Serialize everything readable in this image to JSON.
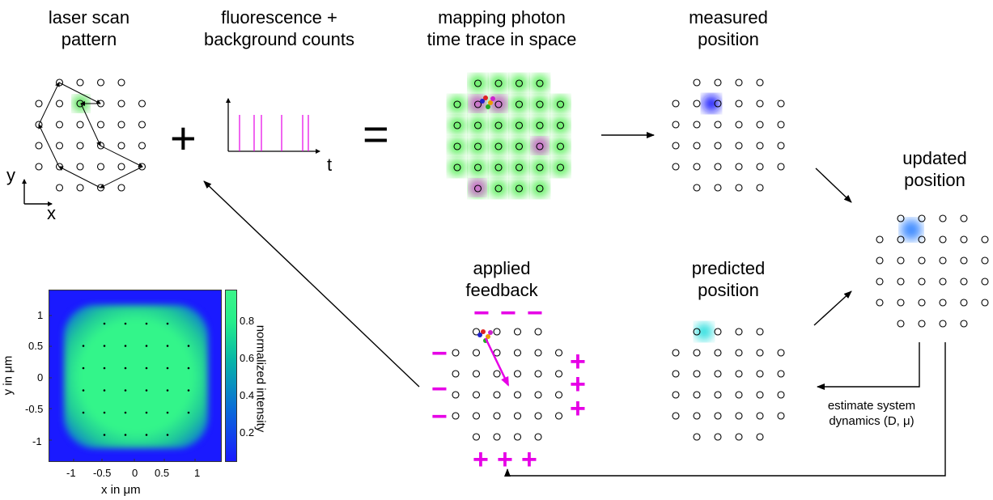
{
  "labels": {
    "laser_scan": [
      "laser scan",
      "pattern"
    ],
    "fluorescence": [
      "fluorescence +",
      "background counts"
    ],
    "mapping": [
      "mapping photon",
      "time trace in space"
    ],
    "measured": [
      "measured",
      "position"
    ],
    "updated": [
      "updated",
      "position"
    ],
    "applied": [
      "applied",
      "feedback"
    ],
    "predicted": [
      "predicted",
      "position"
    ],
    "estimate": [
      "estimate system",
      "dynamics (D, μ)"
    ]
  },
  "symbols": {
    "plus": "+",
    "equals": "=",
    "time_axis": "t",
    "axis_x": "x",
    "axis_y": "y",
    "minus": "−"
  },
  "heatmap": {
    "xlabel": "x in μm",
    "ylabel": "y in μm",
    "colorbar_label": "normalized intensity",
    "x_ticks": [
      "-1",
      "-0.5",
      "0",
      "0.5",
      "1"
    ],
    "y_ticks": [
      "1",
      "0.5",
      "0",
      "-0.5",
      "-1"
    ],
    "colorbar_ticks": [
      "0.8",
      "0.6",
      "0.4",
      "0.2"
    ]
  },
  "colors": {
    "magenta": "#e600e6",
    "green": "#33dd33",
    "blue": "#2020ff",
    "cyan": "#22dddd",
    "mid_blue": "#2a7fff"
  }
}
